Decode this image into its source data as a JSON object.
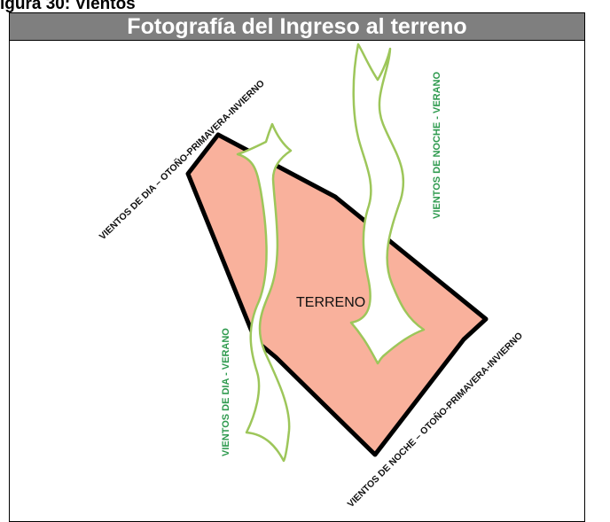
{
  "caption": "igura 30: Vientos",
  "header": {
    "title": "Fotografía del Ingreso al terreno"
  },
  "map": {
    "terrain_label": "TERRENO",
    "terrain_fill": "#f9b19c",
    "wind_stroke": "#9dc65a",
    "green_text": "#2e9a4e",
    "wind_labels": {
      "day_outer": "VIENTOS DE DIA – OTOÑO-PRIMAVERA-INVIERNO",
      "night_green": "VIENTOS DE NOCHE - VERANO",
      "day_green": "VIENTOS DE DIA - VERANO",
      "night_outer": "VIENTOS DE NOCHE – OTOÑO-PRIMAVERA-INVIERNO"
    }
  }
}
